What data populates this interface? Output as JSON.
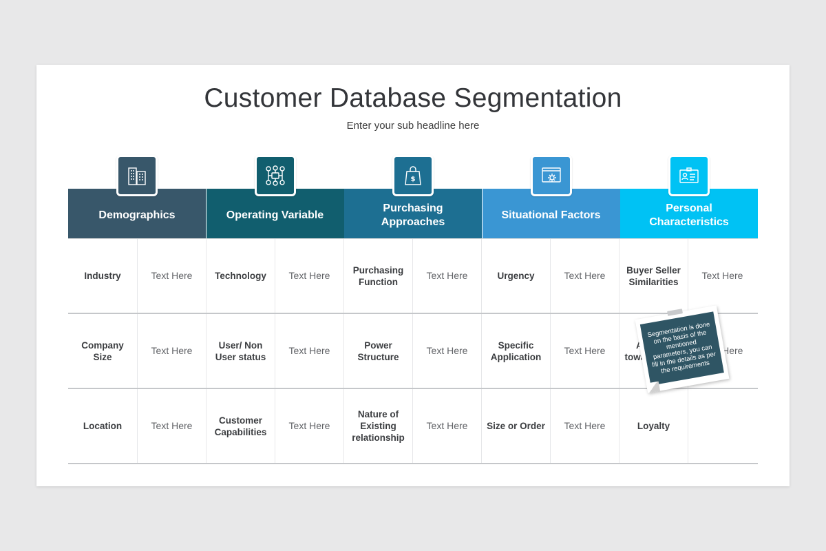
{
  "title": "Customer Database Segmentation",
  "subtitle": "Enter your sub headline here",
  "colors": {
    "demographics": "#38576a",
    "operating": "#115e6e",
    "purchasing": "#1d6f92",
    "situational": "#3a96d3",
    "personal": "#00c2f4"
  },
  "categories": [
    {
      "name": "Demographics",
      "icon": "buildings-icon",
      "rows": [
        {
          "label": "Industry",
          "value": "Text Here"
        },
        {
          "label": "Company Size",
          "value": "Text Here"
        },
        {
          "label": "Location",
          "value": "Text Here"
        }
      ]
    },
    {
      "name": "Operating Variable",
      "icon": "network-icon",
      "rows": [
        {
          "label": "Technology",
          "value": "Text Here"
        },
        {
          "label": "User/ Non User status",
          "value": "Text Here"
        },
        {
          "label": "Customer Capabilities",
          "value": "Text Here"
        }
      ]
    },
    {
      "name": "Purchasing Approaches",
      "icon": "shopping-bag-icon",
      "rows": [
        {
          "label": "Purchasing Function",
          "value": "Text Here"
        },
        {
          "label": "Power Structure",
          "value": "Text Here"
        },
        {
          "label": "Nature of Existing relationship",
          "value": "Text Here"
        }
      ]
    },
    {
      "name": "Situational Factors",
      "icon": "browser-gear-icon",
      "rows": [
        {
          "label": "Urgency",
          "value": "Text Here"
        },
        {
          "label": "Specific Application",
          "value": "Text Here"
        },
        {
          "label": "Size or Order",
          "value": "Text Here"
        }
      ]
    },
    {
      "name": "Personal Characteristics",
      "icon": "id-card-icon",
      "rows": [
        {
          "label": "Buyer Seller Similarities",
          "value": "Text Here"
        },
        {
          "label": "Attitude towards Risk",
          "value": "Text Here"
        },
        {
          "label": "Loyalty",
          "value": ""
        }
      ]
    }
  ],
  "note": "Segmentation is done on the basis of the mentioned parameters, you can fill in the details as per the requirements"
}
